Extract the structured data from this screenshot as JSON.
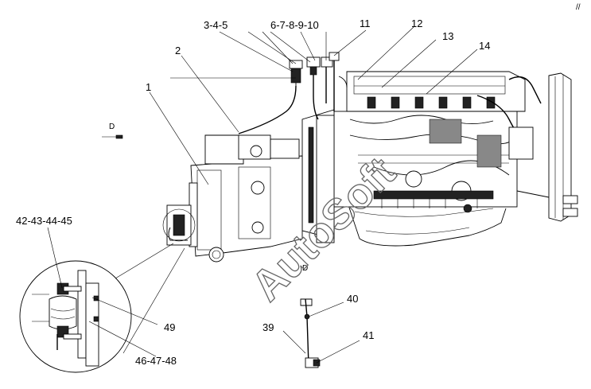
{
  "callouts": {
    "c1": "1",
    "c2": "2",
    "c3": "3-4-5",
    "c6": "6-7-8-9-10",
    "c11": "11",
    "c12": "12",
    "c13": "13",
    "c14": "14",
    "c42": "42-43-44-45",
    "c49": "49",
    "c46": "46-47-48",
    "c39": "39",
    "c40": "40",
    "c41": "41"
  },
  "view_marks": {
    "view_d_main": "D",
    "view_d_detail": "D"
  },
  "corner_mark": "//",
  "watermark": "AutoSoft"
}
